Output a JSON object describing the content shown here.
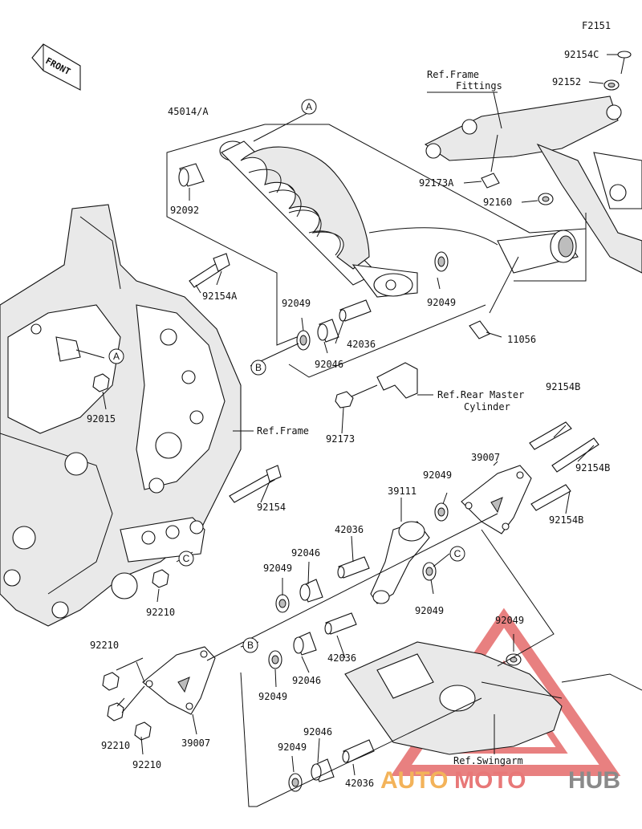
{
  "figure_code": "F2151",
  "front_label": "FRONT",
  "refs": {
    "frame_fittings": [
      "Ref.Frame",
      "Fittings"
    ],
    "frame": "Ref.Frame",
    "rear_master_cylinder": [
      "Ref.Rear Master",
      "Cylinder"
    ],
    "swingarm": "Ref.Swingarm"
  },
  "callouts": [
    "A",
    "A",
    "B",
    "B",
    "C",
    "C"
  ],
  "part_numbers": {
    "p45014A": "45014/A",
    "p92092": "92092",
    "p92154C": "92154C",
    "p92152": "92152",
    "p92173A": "92173A",
    "p92160": "92160",
    "p92154A": "92154A",
    "p92049_a": "92049",
    "p92049_b": "92049",
    "p42036_a": "42036",
    "p92046_a": "92046",
    "p11056": "11056",
    "p92015": "92015",
    "p92173": "92173",
    "p92154B_a": "92154B",
    "p92154B_b": "92154B",
    "p92154B_c": "92154B",
    "p39007_a": "39007",
    "p92049_c": "92049",
    "p39111": "39111",
    "p92154": "92154",
    "p42036_b": "42036",
    "p92046_b": "92046",
    "p92049_d": "92049",
    "p92049_e": "92049",
    "p92210_a": "92210",
    "p92049_f": "92049",
    "p92210_b": "92210",
    "p42036_c": "42036",
    "p92046_c": "92046",
    "p92049_g": "92049",
    "p92210_c": "92210",
    "p92210_d": "92210",
    "p39007_b": "39007",
    "p92046_d": "92046",
    "p92049_h": "92049",
    "p42036_d": "42036"
  },
  "watermark": {
    "part1": "AUTO",
    "part2": "MOTO",
    "part3": "HUB"
  },
  "colors": {
    "line": "#111111",
    "watermark_red": "#e87878",
    "watermark_orange": "#f3b35a",
    "watermark_gray": "#8a8a8a"
  }
}
